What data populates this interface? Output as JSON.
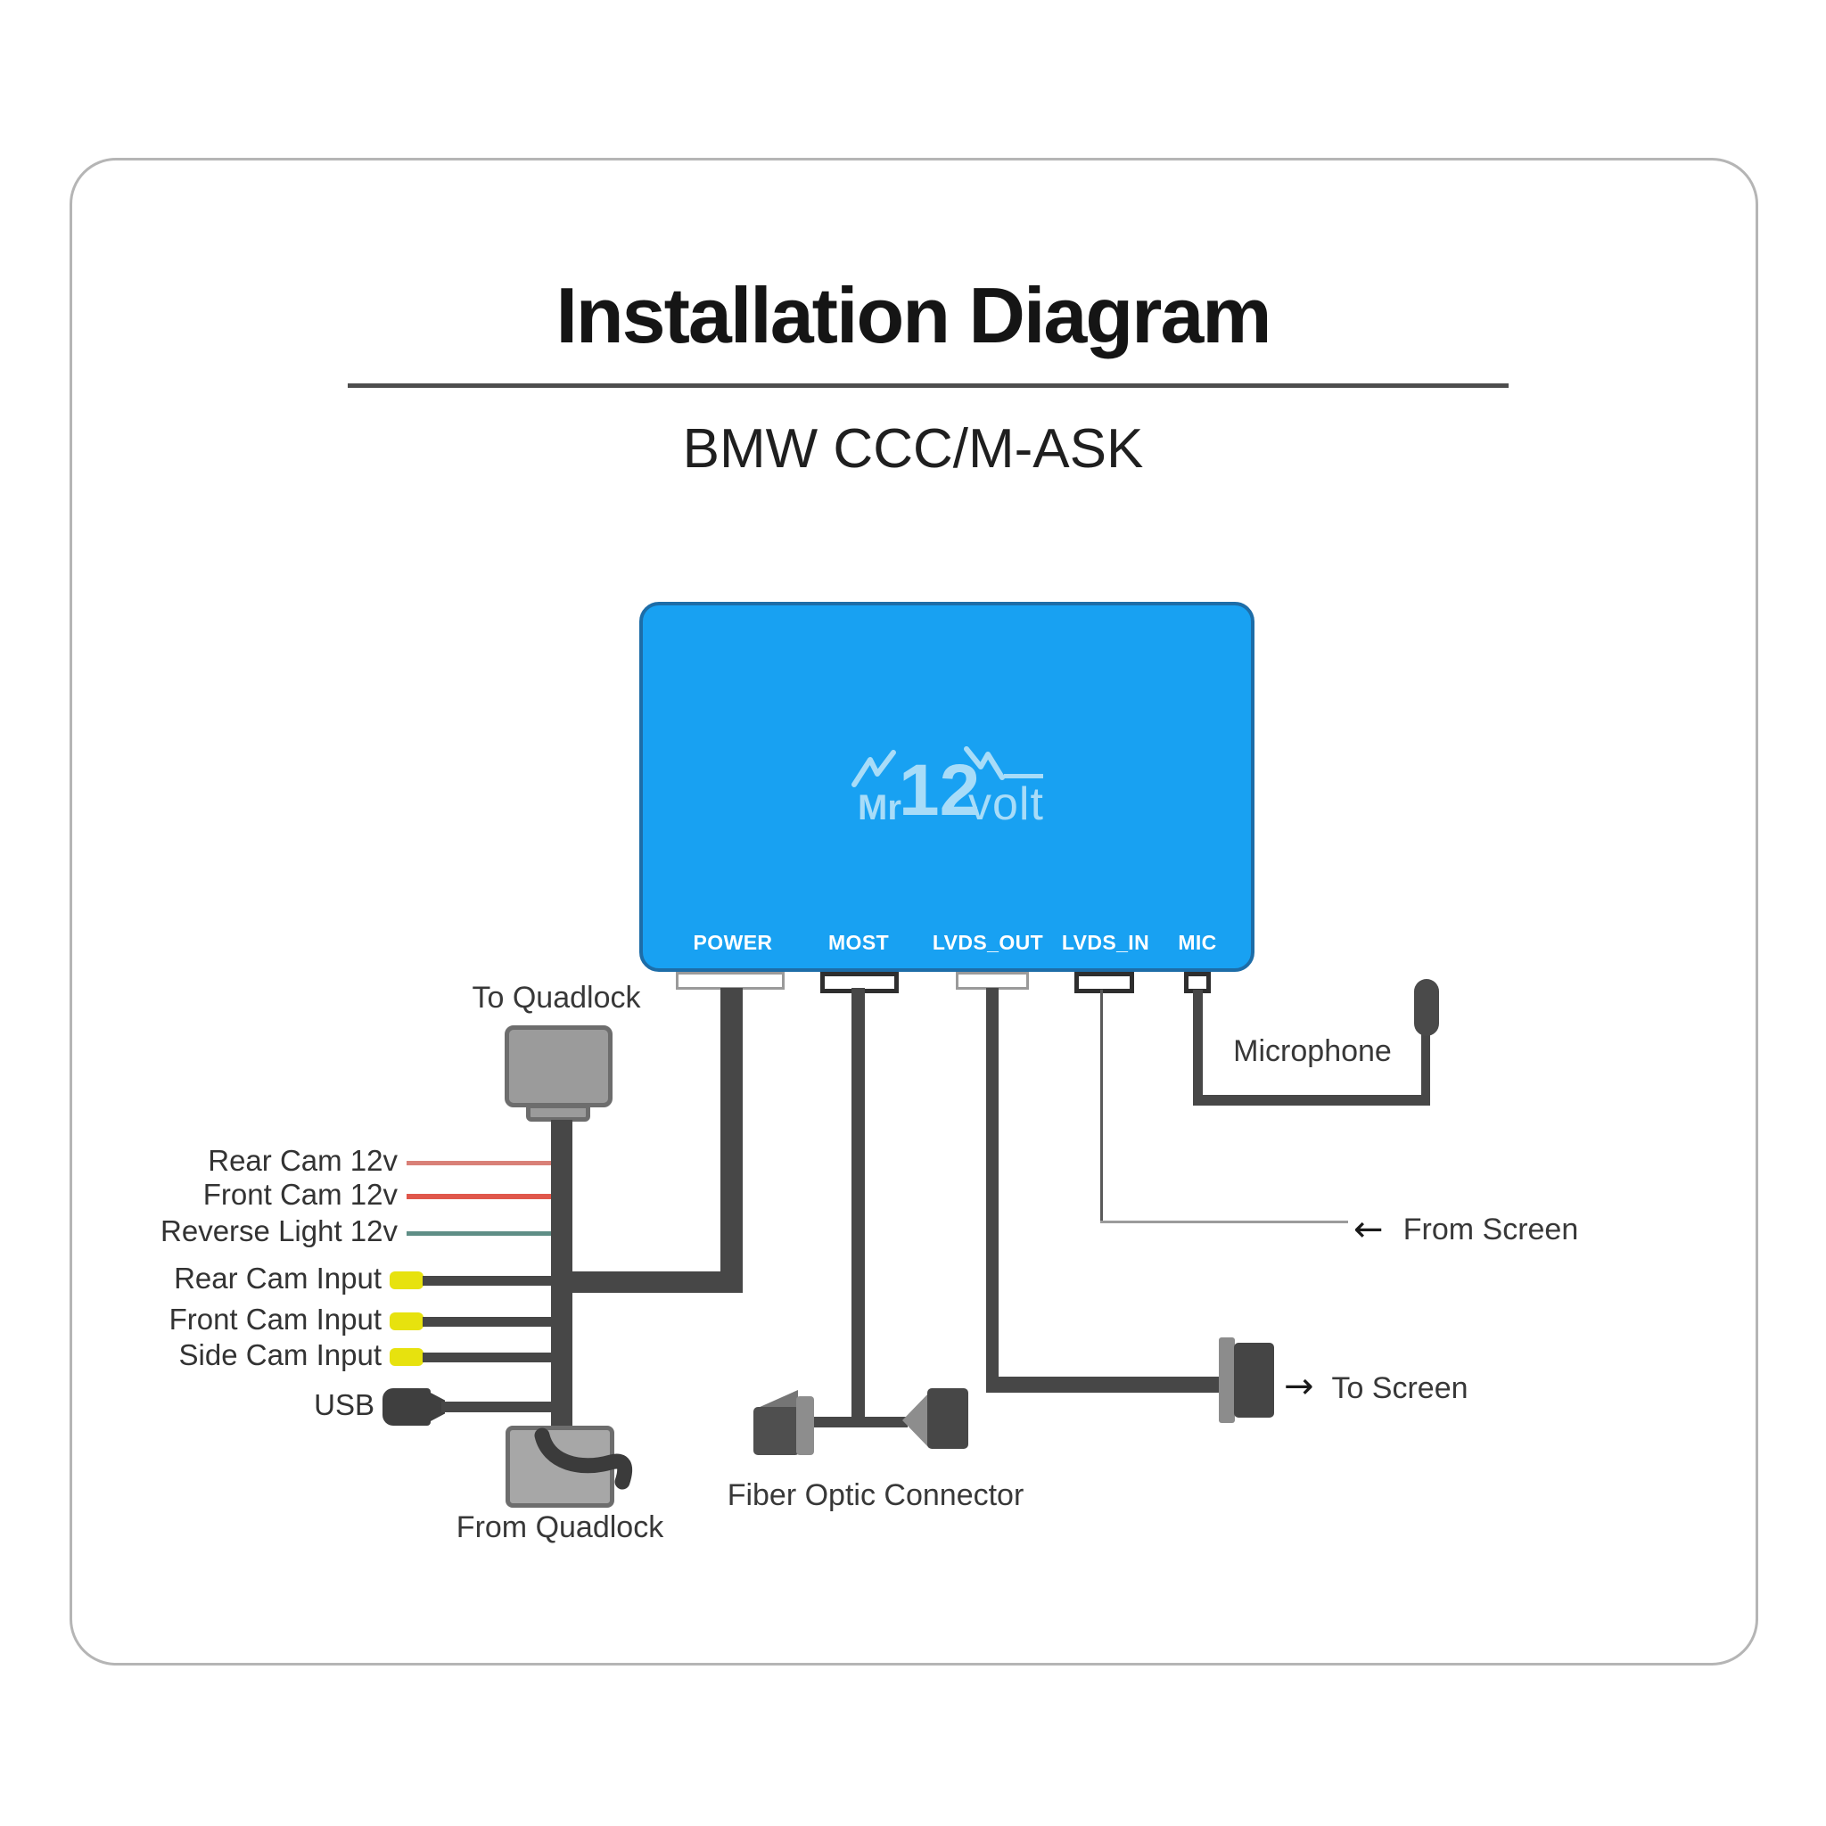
{
  "header": {
    "title": "Installation Diagram",
    "subtitle": "BMW CCC/M-ASK"
  },
  "device": {
    "logo": {
      "mr": "Mr",
      "twelve": "12",
      "volt": "volt"
    },
    "ports": [
      {
        "label": "POWER"
      },
      {
        "label": "MOST"
      },
      {
        "label": "LVDS_OUT"
      },
      {
        "label": "LVDS_IN"
      },
      {
        "label": "MIC"
      }
    ]
  },
  "harness": {
    "wires": [
      {
        "label": "Rear Cam 12v",
        "color": "#d98078"
      },
      {
        "label": "Front Cam 12v",
        "color": "#e0574b"
      },
      {
        "label": "Reverse Light 12v",
        "color": "#5f8e86"
      },
      {
        "label": "Rear Cam Input",
        "color": "#e7e20e"
      },
      {
        "label": "Front Cam Input",
        "color": "#e7e20e"
      },
      {
        "label": "Side Cam Input",
        "color": "#e7e20e"
      },
      {
        "label": "USB",
        "color": "#3f3f3f"
      }
    ],
    "to_quadlock": "To Quadlock",
    "from_quadlock": "From Quadlock"
  },
  "annotations": {
    "microphone": "Microphone",
    "from_screen": {
      "arrow": "←",
      "label": "From Screen"
    },
    "to_screen": {
      "arrow": "→",
      "label": "To Screen"
    },
    "fiber": "Fiber Optic Connector"
  },
  "colors": {
    "device_blue": "#18a1f2",
    "device_border": "#1d6da8",
    "logo_blue": "#a8dcf8",
    "cable_dark": "#474747",
    "frame_gray": "#b5b5b5"
  }
}
